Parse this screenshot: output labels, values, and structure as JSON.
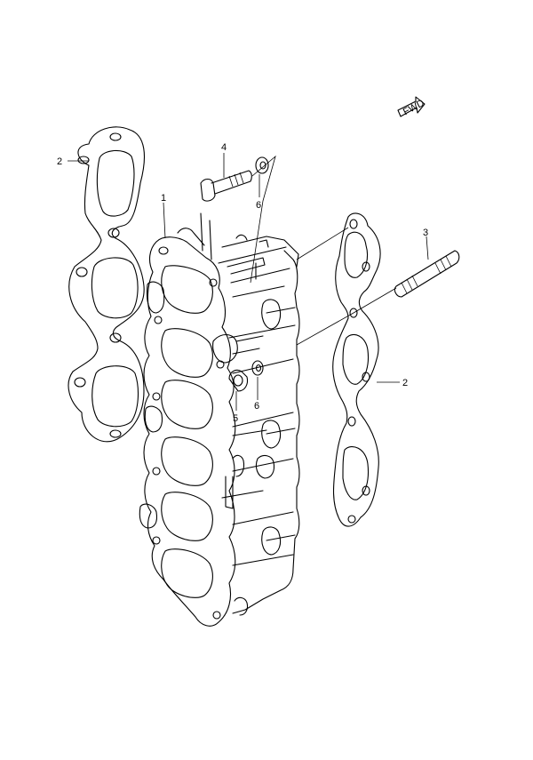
{
  "diagram": {
    "fwd_label": "FWD",
    "callouts": [
      {
        "id": "callout-1",
        "text": "1"
      },
      {
        "id": "callout-2-left",
        "text": "2"
      },
      {
        "id": "callout-2-right",
        "text": "2"
      },
      {
        "id": "callout-3",
        "text": "3"
      },
      {
        "id": "callout-4",
        "text": "4"
      },
      {
        "id": "callout-5",
        "text": "5"
      },
      {
        "id": "callout-6-top",
        "text": "6"
      },
      {
        "id": "callout-6-lower",
        "text": "6"
      }
    ]
  }
}
